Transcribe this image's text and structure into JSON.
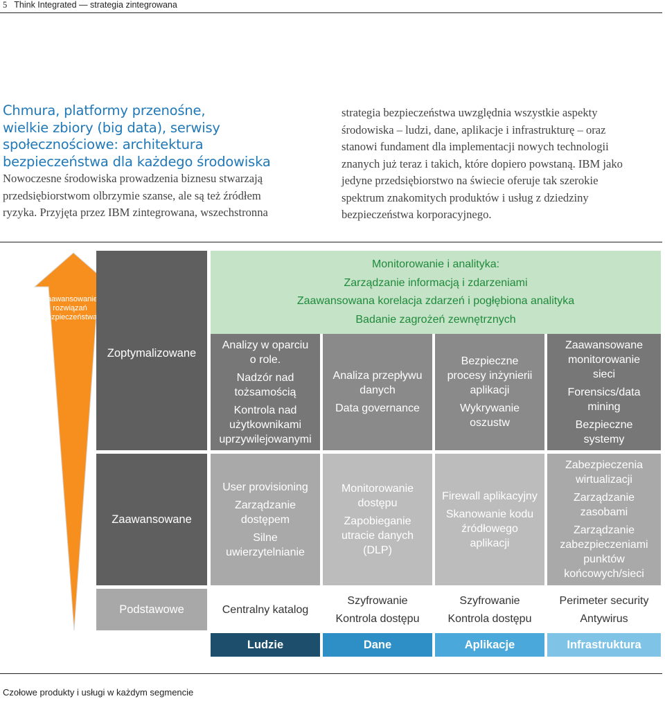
{
  "header": {
    "page_number": "5",
    "title": "Think Integrated — strategia zintegrowana"
  },
  "article": {
    "heading_lines": [
      "Chmura, platformy przenośne,",
      "wielkie zbiory (big data), serwisy",
      "społecznościowe: architektura",
      "bezpieczeństwa dla każdego środowiska"
    ],
    "left_lines": [
      "Nowoczesne środowiska prowadzenia biznesu stwarzają",
      "przedsiębiorstwom olbrzymie szanse, ale są też źródłem",
      "ryzyka. Przyjęta przez IBM zintegrowana, wszechstronna"
    ],
    "right_lines": [
      "strategia bezpieczeństwa uwzględnia wszystkie aspekty",
      "środowiska – ludzi, dane, aplikacje i infrastrukturę – oraz",
      "stanowi fundament dla implementacji nowych technologii",
      "znanych już teraz i takich, które dopiero powstaną. IBM jako",
      "jedyne przedsiębiorstwo na świecie oferuje tak szerokie",
      "spektrum znakomitych produktów i usług z dziedziny",
      "bezpieczeństwa korporacyjnego."
    ]
  },
  "diagram": {
    "arrow_label": [
      "Zaawansowanie",
      "rozwiązań",
      "bezpieczeństwa"
    ],
    "monitoring": [
      "Monitorowanie i analityka:",
      "Zarządzanie informacją i zdarzeniami",
      "Zaawansowana korelacja zdarzeń i pogłębiona analityka",
      "Badanie zagrożeń zewnętrznych"
    ],
    "levels": [
      "Zoptymalizowane",
      "Zaawansowane",
      "Podstawowe"
    ],
    "columns": [
      "Ludzie",
      "Dane",
      "Aplikacje",
      "Infrastruktura"
    ],
    "cells": {
      "optimized": {
        "people": [
          [
            "Analizy w oparciu",
            "o role."
          ],
          [
            "Nadzór nad",
            "tożsamością"
          ],
          [
            "Kontrola nad",
            "użytkownikami",
            "uprzywilejowanymi"
          ]
        ],
        "data": [
          [
            "Analiza przepływu",
            "danych"
          ],
          [
            "Data governance"
          ]
        ],
        "apps": [
          [
            "Bezpieczne",
            "procesy inżynierii",
            "aplikacji"
          ],
          [
            "Wykrywanie",
            "oszustw"
          ]
        ],
        "infra": [
          [
            "Zaawansowane",
            "monitorowanie",
            "sieci"
          ],
          [
            "Forensics/data",
            "mining"
          ],
          [
            "Bezpieczne",
            "systemy"
          ]
        ]
      },
      "advanced": {
        "people": [
          [
            "User provisioning"
          ],
          [
            "Zarządzanie",
            "dostępem"
          ],
          [
            "Silne",
            "uwierzytelnianie"
          ]
        ],
        "data": [
          [
            "Monitorowanie",
            "dostępu"
          ],
          [
            "Zapobieganie",
            "utracie danych",
            "(DLP)"
          ]
        ],
        "apps": [
          [
            "Firewall aplikacyjny"
          ],
          [
            "Skanowanie kodu",
            "źródłowego",
            "aplikacji"
          ]
        ],
        "infra": [
          [
            "Zabezpieczenia",
            "wirtualizacji"
          ],
          [
            "Zarządzanie",
            "zasobami"
          ],
          [
            "Zarządzanie",
            "zabezpieczeniami",
            "punktów",
            "końcowych/sieci"
          ]
        ]
      },
      "basic": {
        "people": [
          [
            "Centralny katalog"
          ]
        ],
        "data": [
          [
            "Szyfrowanie"
          ],
          [
            "Kontrola dostępu"
          ]
        ],
        "apps": [
          [
            "Szyfrowanie"
          ],
          [
            "Kontrola dostępu"
          ]
        ],
        "infra": [
          [
            "Perimeter security"
          ],
          [
            "Antywirus"
          ]
        ]
      }
    },
    "colors": {
      "arrow": "#f78f1e",
      "monitor_bg": "#c5e3c6",
      "monitor_text": "#1f8a3c",
      "level_label_dark": "#5f5f5f",
      "level_label_light": "#a8a8a8",
      "opt_dark": "#777777",
      "opt_light": "#8a8a8a",
      "adv_dark": "#a9a9a9",
      "adv_light": "#bcbcbc",
      "basic_bg": "#ffffff",
      "basic_text": "#333333",
      "col_people": "#1d4e6b",
      "col_data": "#2d8fc6",
      "col_apps": "#4aa9da",
      "col_infra": "#7fc3e6"
    }
  },
  "footer": {
    "text": "Czołowe produkty i usługi w każdym segmencie"
  }
}
